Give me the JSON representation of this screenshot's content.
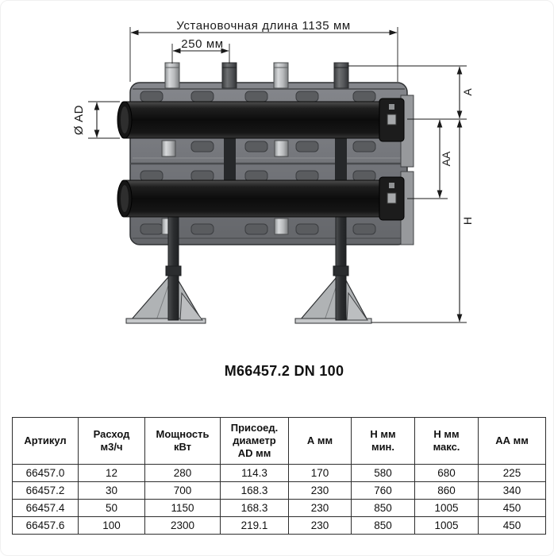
{
  "colors": {
    "line": "#1a1a1a",
    "text": "#111111",
    "body_gray": "#75777b",
    "pipe_black": "#101010",
    "foot_gray": "#b0b3b5",
    "table_border": "#2e2e2e"
  },
  "drawing": {
    "install_length_label": "Установочная длина 1135 мм",
    "pitch_label": "250 мм",
    "diameter_label": "Ø AD",
    "dim_a_label": "A",
    "dim_aa_label": "AA",
    "dim_h_label": "H"
  },
  "title": "M66457.2 DN 100",
  "table": {
    "headers": [
      "Артикул",
      "Расход\nм3/ч",
      "Мощность\nкВт",
      "Присоед.\nдиаметр\nAD мм",
      "А мм",
      "Н мм\nмин.",
      "Н мм\nмакс.",
      "АА мм"
    ],
    "rows": [
      [
        "66457.0",
        "12",
        "280",
        "114.3",
        "170",
        "580",
        "680",
        "225"
      ],
      [
        "66457.2",
        "30",
        "700",
        "168.3",
        "230",
        "760",
        "860",
        "340"
      ],
      [
        "66457.4",
        "50",
        "1150",
        "168.3",
        "230",
        "850",
        "1005",
        "450"
      ],
      [
        "66457.6",
        "100",
        "2300",
        "219.1",
        "230",
        "850",
        "1005",
        "450"
      ]
    ]
  }
}
